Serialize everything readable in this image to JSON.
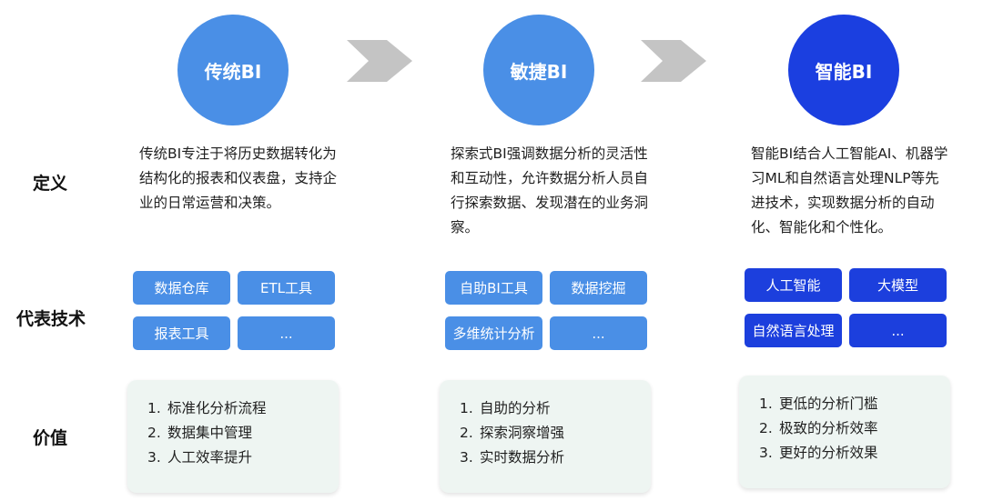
{
  "row_labels": {
    "definition": "定义",
    "technology": "代表技术",
    "value": "价值"
  },
  "columns": [
    {
      "title": "传统BI",
      "color": "#4a8fe6",
      "tag_color": "#4a8fe6",
      "definition": "传统BI专注于将历史数据转化为结构化的报表和仪表盘，支持企业的日常运营和决策。",
      "tags": [
        "数据仓库",
        "ETL工具",
        "报表工具",
        "..."
      ],
      "values": [
        {
          "num": "1.",
          "text": "标准化分析流程"
        },
        {
          "num": "2.",
          "text": "数据集中管理"
        },
        {
          "num": "3.",
          "text": "人工效率提升"
        }
      ]
    },
    {
      "title": "敏捷BI",
      "color": "#4a8fe6",
      "tag_color": "#4a8fe6",
      "definition": "探索式BI强调数据分析的灵活性和互动性，允许数据分析人员自行探索数据、发现潜在的业务洞察。",
      "tags": [
        "自助BI工具",
        "数据挖掘",
        "多维统计分析",
        "..."
      ],
      "values": [
        {
          "num": "1.",
          "text": "自助的分析"
        },
        {
          "num": "2.",
          "text": "探索洞察增强"
        },
        {
          "num": "3.",
          "text": "实时数据分析"
        }
      ]
    },
    {
      "title": "智能BI",
      "color": "#1b3fe0",
      "tag_color": "#1c3fdd",
      "definition": "智能BI结合人工智能AI、机器学习ML和自然语言处理NLP等先进技术，实现数据分析的自动化、智能化和个性化。",
      "tags": [
        "人工智能",
        "大模型",
        "自然语言处理",
        "..."
      ],
      "values": [
        {
          "num": "1.",
          "text": "更低的分析门槛"
        },
        {
          "num": "2.",
          "text": "极致的分析效率"
        },
        {
          "num": "3.",
          "text": "更好的分析效果"
        }
      ]
    }
  ],
  "arrow_color": "#c4c4c4"
}
